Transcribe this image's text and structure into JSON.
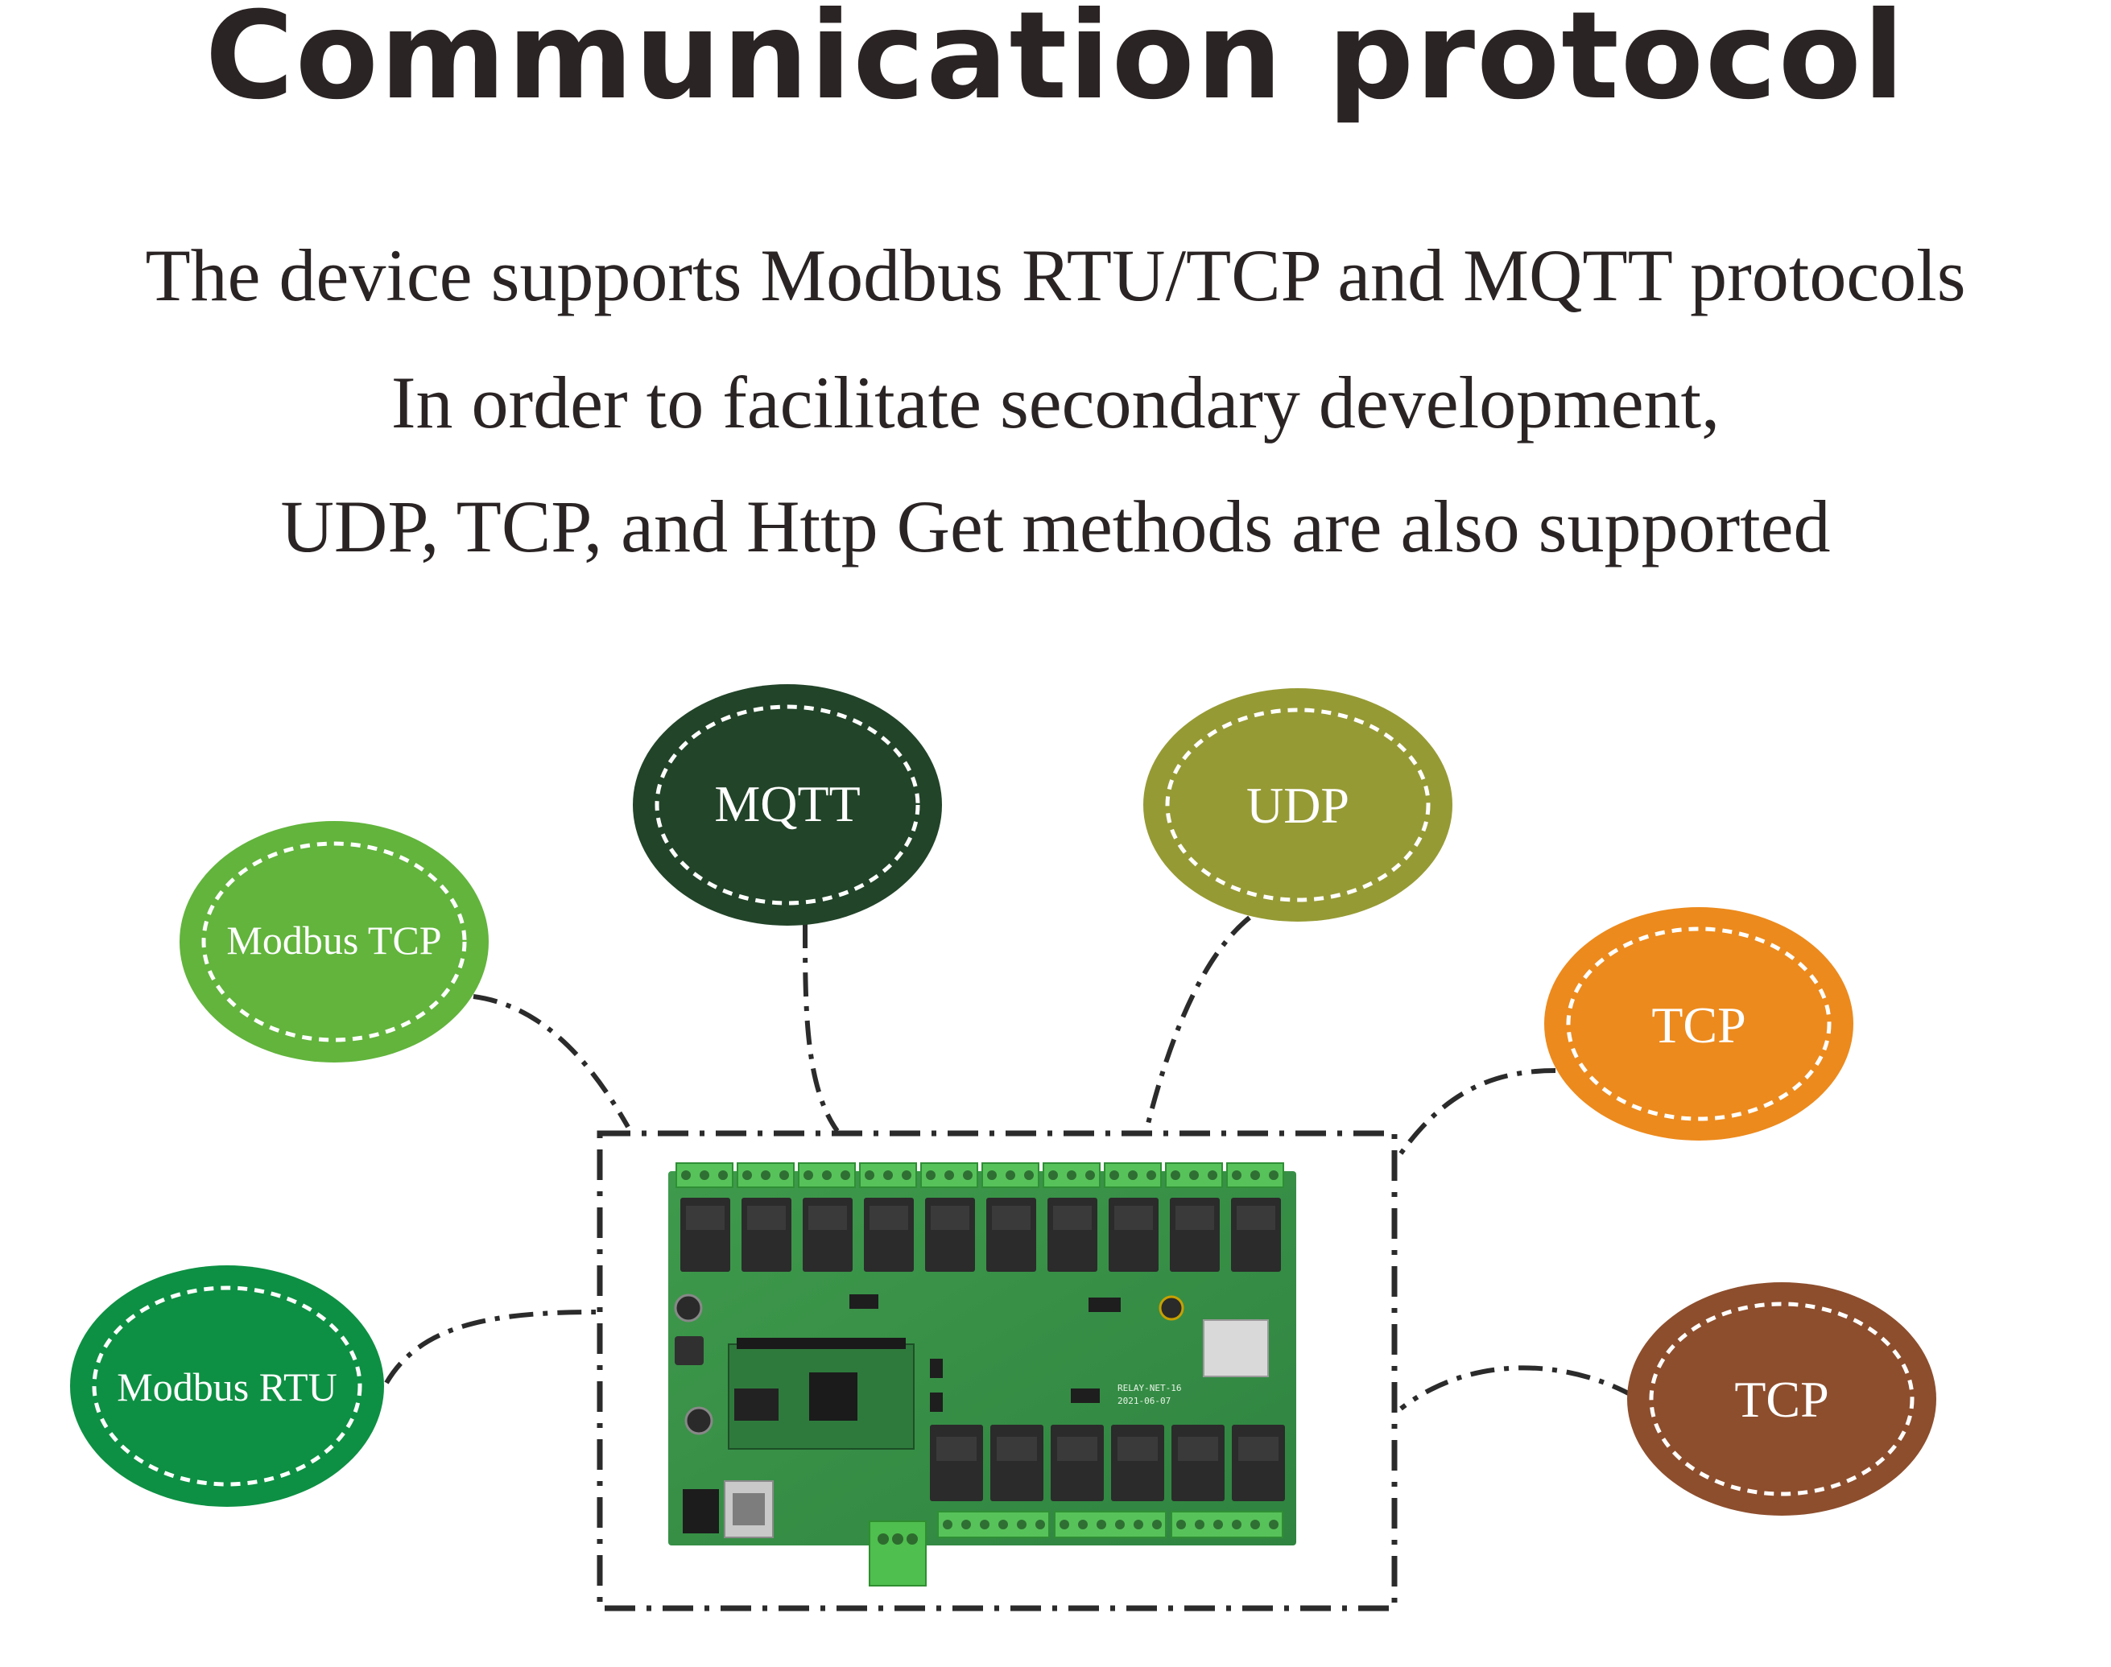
{
  "title": "Communication protocol",
  "description": {
    "line1": "The device supports Modbus RTU/TCP and MQTT protocols",
    "line2": "In order to facilitate secondary development,",
    "line3": "UDP, TCP, and Http Get methods are also supported"
  },
  "nodes": {
    "modbus_tcp": {
      "label": "Modbus TCP",
      "color": "#62b43c"
    },
    "mqtt": {
      "label": "MQTT",
      "color": "#224429"
    },
    "udp": {
      "label": "UDP",
      "color": "#969a34"
    },
    "tcp_orange": {
      "label": "TCP",
      "color": "#ec8a1d"
    },
    "modbus_rtu": {
      "label": "Modbus RTU",
      "color": "#0d9043"
    },
    "tcp_brown": {
      "label": "TCP",
      "color": "#8d4e2d"
    }
  },
  "board": {
    "text_model": "RELAY-NET-16",
    "text_date": "2021-06-07"
  }
}
